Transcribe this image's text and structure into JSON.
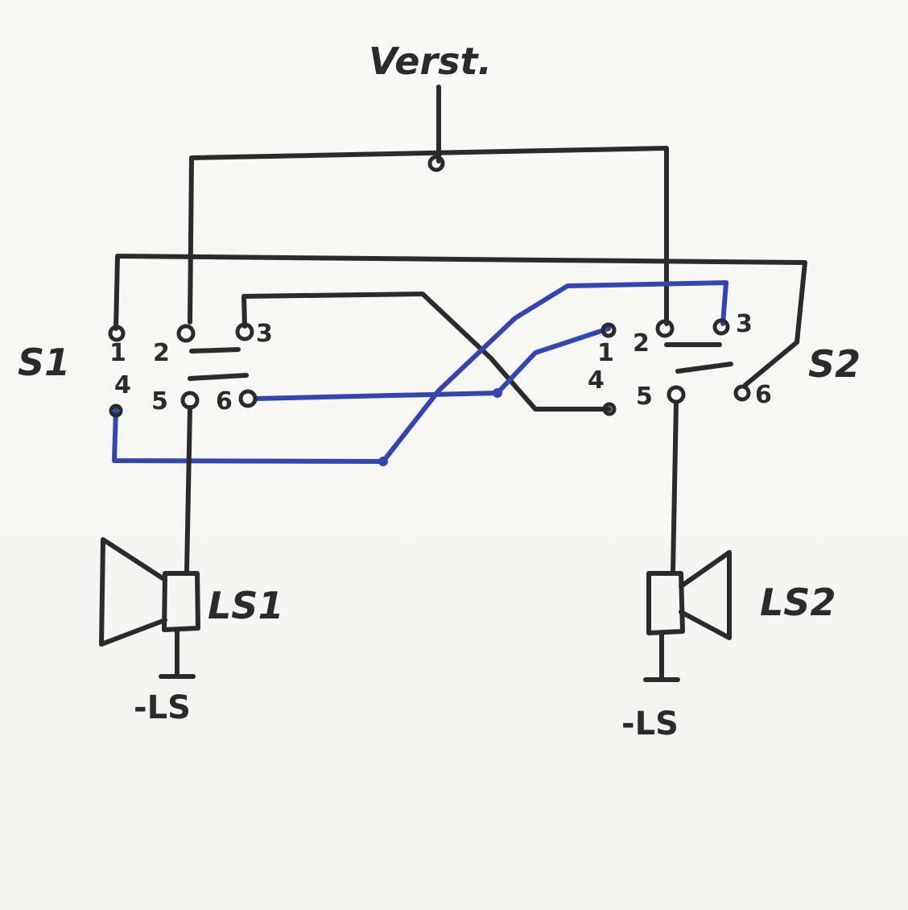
{
  "colors": {
    "ink": "#2b2b2b",
    "blue_ink": "#3346b0",
    "paper": "#f7f7f5"
  },
  "labels": {
    "amp": "Verst.",
    "switch1": "S1",
    "switch2": "S2",
    "speaker1": "LS1",
    "speaker2": "LS2",
    "ground1": "-LS",
    "ground2": "-LS"
  },
  "s1_terminals": {
    "t1": "1",
    "t2": "2",
    "t3": "3",
    "t4": "4",
    "t5": "5",
    "t6": "6"
  },
  "s2_terminals": {
    "t1": "1",
    "t2": "2",
    "t3": "3",
    "t4": "4",
    "t5": "5",
    "t6": "6"
  }
}
